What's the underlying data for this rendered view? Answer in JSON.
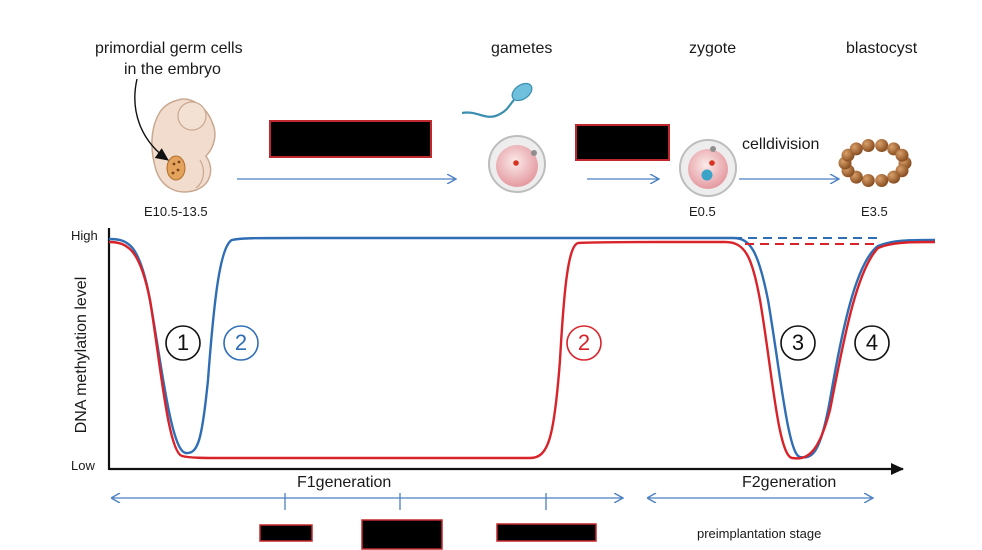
{
  "stages": {
    "pgc_line1": "primordial germ cells",
    "pgc_line2": "in the embryo",
    "gametes": "gametes",
    "zygote": "zygote",
    "blastocyst": "blastocyst",
    "cell_division": "celldivision"
  },
  "timepoints": {
    "embryo": "E10.5-13.5",
    "zygote": "E0.5",
    "blastocyst": "E3.5"
  },
  "axis": {
    "ylabel": "DNA  methylation level",
    "high": "High",
    "low": "Low"
  },
  "markers": {
    "m1": "1",
    "m2_blue": "2",
    "m2_red": "2",
    "m3": "3",
    "m4": "4"
  },
  "generations": {
    "f1": "F1generation",
    "f2": "F2generation",
    "preimplantation": "preimplantation stage"
  },
  "colors": {
    "blue": "#2f6db5",
    "red": "#d8232a",
    "arrow": "#4a7fc1",
    "redacted": "#000000",
    "redacted_border": "#c0282d"
  }
}
